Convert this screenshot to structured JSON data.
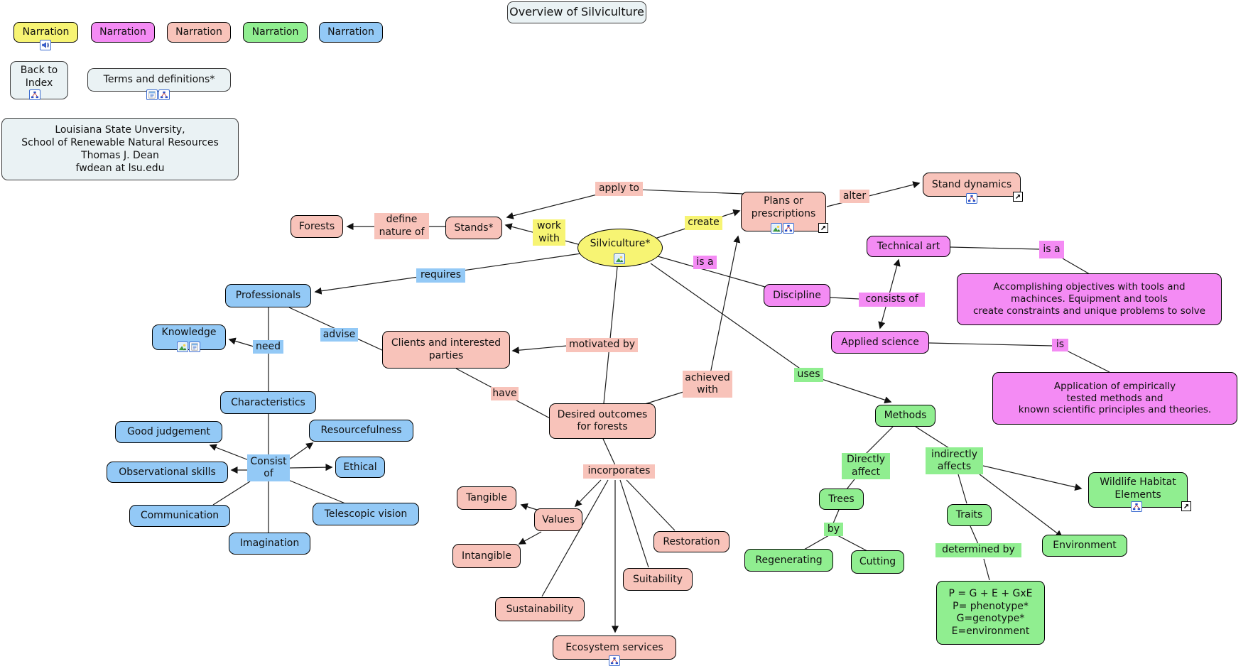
{
  "title": "Overview of Silviculture",
  "header": {
    "narrations": [
      "Narration",
      "Narration",
      "Narration",
      "Narration",
      "Narration"
    ],
    "back_to_index": "Back to\nIndex",
    "terms_and_definitions": "Terms and definitions*",
    "credits": "Louisiana State Unversity,\nSchool of Renewable Natural Resources\nThomas J. Dean\nfwdean at lsu.edu"
  },
  "nodes": {
    "silviculture": "Silviculture*",
    "forests": "Forests",
    "stands": "Stands*",
    "plans": "Plans or\nprescriptions",
    "stand_dynamics": "Stand dynamics",
    "technical_art": "Technical art",
    "discipline": "Discipline",
    "applied_science": "Applied science",
    "technical_art_def": "Accomplishing objectives with tools and\nmachinces. Equipment and tools\ncreate constraints and unique problems to solve",
    "applied_science_def": "Application of empirically\ntested methods and\nknown scientific principles and theories.",
    "methods": "Methods",
    "trees": "Trees",
    "regenerating": "Regenerating",
    "cutting": "Cutting",
    "traits": "Traits",
    "genetics_formula": "P = G + E + GxE\nP= phenotype*\nG=genotype*\nE=environment",
    "wildlife_habitat": "Wildlife Habitat\nElements",
    "environment": "Environment",
    "professionals": "Professionals",
    "knowledge": "Knowledge",
    "characteristics": "Characteristics",
    "good_judgement": "Good judgement",
    "resourcefulness": "Resourcefulness",
    "observational_skills": "Observational skills",
    "ethical": "Ethical",
    "communication": "Communication",
    "telescopic_vision": "Telescopic vision",
    "imagination": "Imagination",
    "clients": "Clients and interested\nparties",
    "desired_outcomes": "Desired outcomes\nfor forests",
    "values": "Values",
    "tangible": "Tangible",
    "intangible": "Intangible",
    "restoration": "Restoration",
    "suitability": "Suitability",
    "sustainability": "Sustainability",
    "ecosystem_services": "Ecosystem services"
  },
  "links": {
    "apply_to": "apply to",
    "work_with": "work\nwith",
    "create": "create",
    "is_a_silviculture": "is a",
    "define_nature_of": "define\nnature of",
    "requires": "requires",
    "need": "need",
    "advise": "advise",
    "consist_of": "Consist\nof",
    "motivated_by": "motivated by",
    "have": "have",
    "achieved_with": "achieved\nwith",
    "incorporates": "incorporates",
    "alter": "alter",
    "consists_of": "consists of",
    "is_a_technical": "is a",
    "is_applied": "is",
    "uses": "uses",
    "directly_affect": "Directly\naffect",
    "indirectly_affects": "indirectly\naffects",
    "by": "by",
    "determined_by": "determined by"
  },
  "icons": {
    "speaker": "speaker-icon",
    "concept_map": "concept-map-icon",
    "image": "image-icon",
    "document": "document-icon",
    "external_link": "external-link-icon"
  },
  "colors": {
    "yellow": "#f7f473",
    "pink": "#f8c3ba",
    "magenta": "#f48bf4",
    "green": "#90ee90",
    "blue": "#93c9f6",
    "panel": "#eaf2f4"
  }
}
